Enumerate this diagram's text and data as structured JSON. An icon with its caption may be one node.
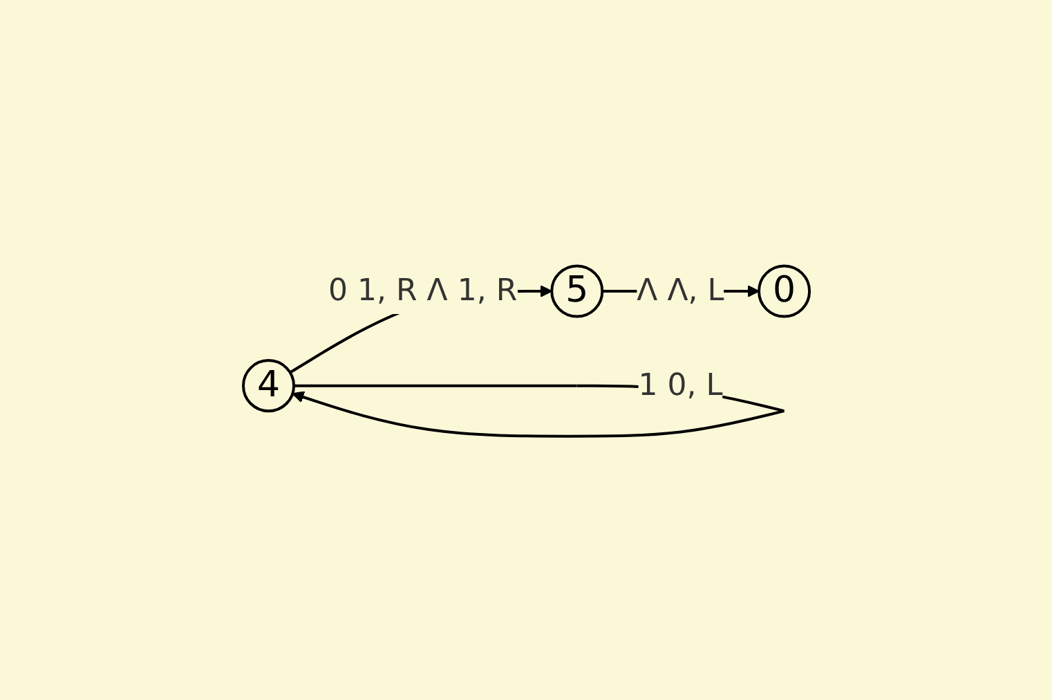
{
  "diagram": {
    "nodes": [
      {
        "text": [
          "4"
        ]
      },
      {
        "text": [
          "5"
        ]
      },
      {
        "text": [
          "0"
        ]
      }
    ],
    "edges": [
      {
        "from": 0,
        "to": 1,
        "arrow": "to",
        "label": "0 1, R Λ 1, R"
      },
      {
        "from": 0,
        "to": 0,
        "arrow": "to",
        "label": "1 0, L"
      },
      {
        "from": 1,
        "to": 2,
        "arrow": "to",
        "label": "Λ Λ, L"
      }
    ]
  }
}
